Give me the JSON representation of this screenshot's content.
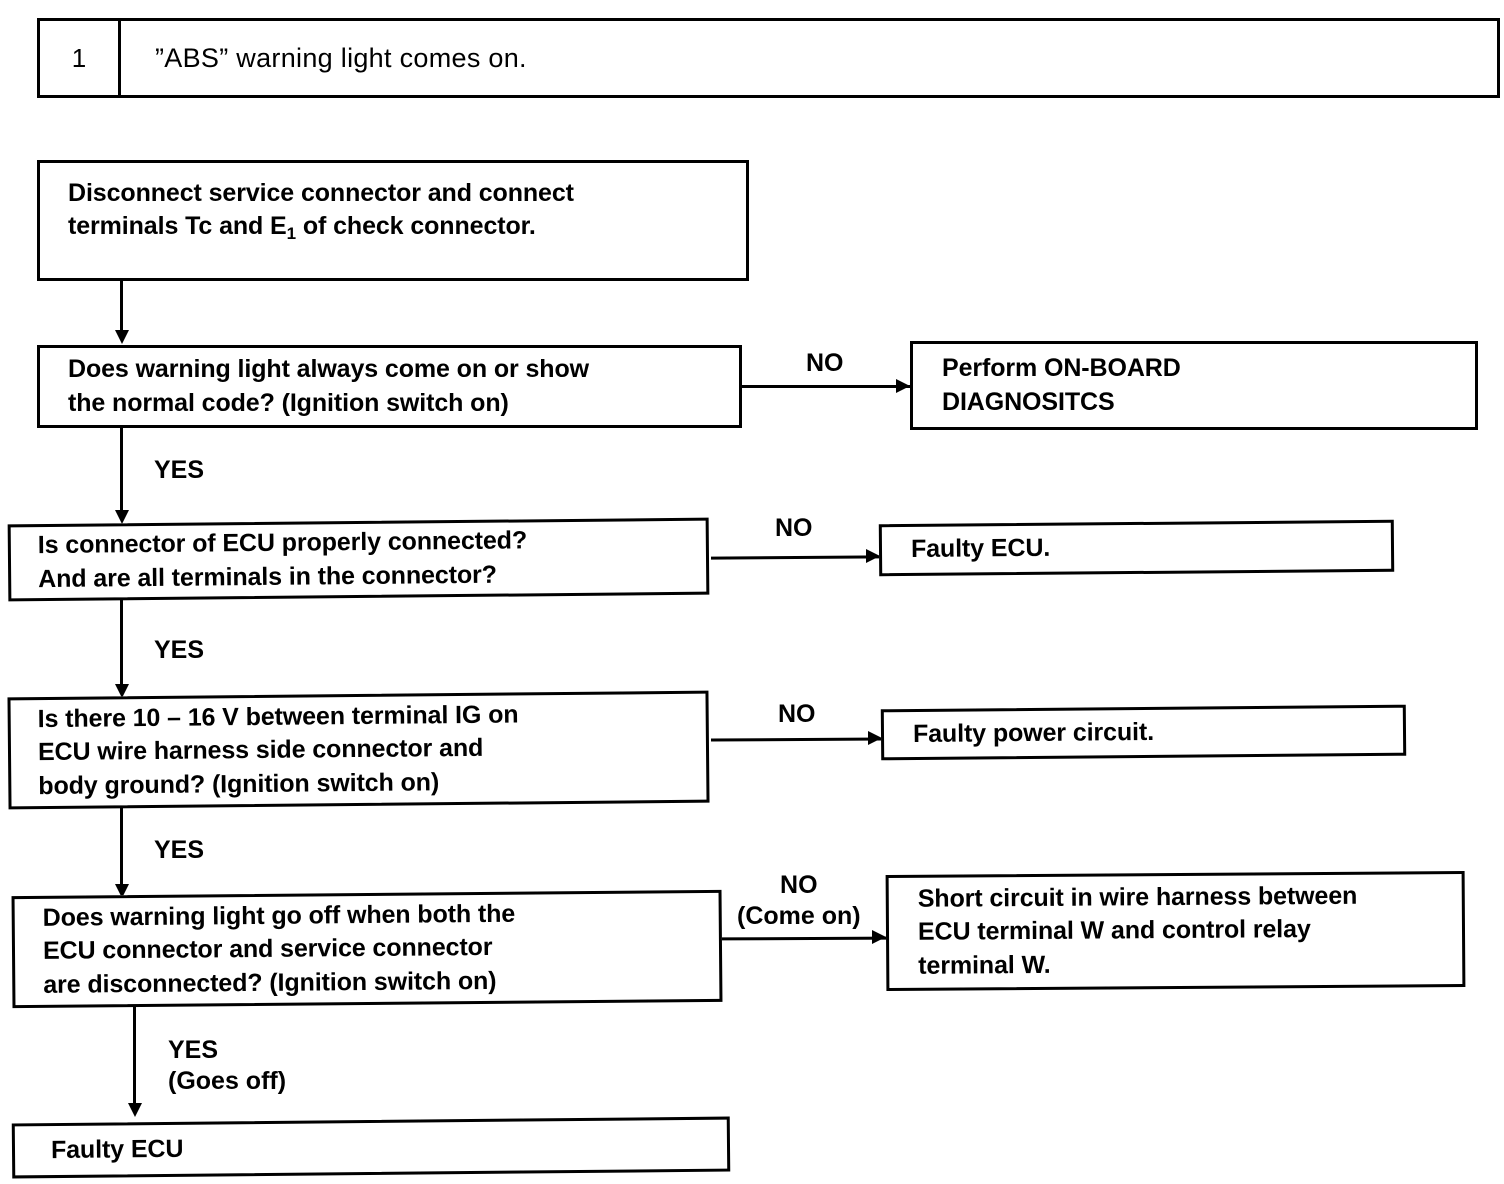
{
  "document": {
    "title": "ABS Warning Light Troubleshooting Flowchart"
  },
  "header": {
    "step_number": "1",
    "step_text": "”ABS” warning light comes on."
  },
  "flow": {
    "boxes": [
      {
        "id": "instruction",
        "text": "Disconnect service connector and connect\nterminals Tc and E₁ of check connector."
      },
      {
        "id": "q1",
        "text": "Does warning light always come on or show\nthe normal code? (Ignition switch on)"
      },
      {
        "id": "q1-no-result",
        "text": "Perform ON-BOARD\nDIAGNOSITCS"
      },
      {
        "id": "q2",
        "text": "Is connector of ECU properly connected?\nAnd are all terminals in the connector?"
      },
      {
        "id": "q2-no-result",
        "text": "Faulty ECU."
      },
      {
        "id": "q3",
        "text": "Is there 10 – 16 V between terminal IG on\nECU wire harness side connector and\nbody ground? (Ignition switch on)"
      },
      {
        "id": "q3-no-result",
        "text": "Faulty power circuit."
      },
      {
        "id": "q4",
        "text": "Does warning light go off when both the\nECU connector and service connector\nare disconnected? (Ignition switch on)"
      },
      {
        "id": "q4-no-result",
        "text": "Short circuit in wire harness between\nECU terminal W and control relay\nterminal W."
      },
      {
        "id": "final",
        "text": "Faulty ECU"
      }
    ],
    "labels": {
      "q1_no": "NO",
      "q1_yes": "YES",
      "q2_no": "NO",
      "q2_yes": "YES",
      "q3_no": "NO",
      "q3_yes": "YES",
      "q4_no": "NO\n(Come on)",
      "q4_yes": "YES\n(Goes off)"
    }
  },
  "colors": {
    "ink": "#000000",
    "paper": "#ffffff"
  }
}
